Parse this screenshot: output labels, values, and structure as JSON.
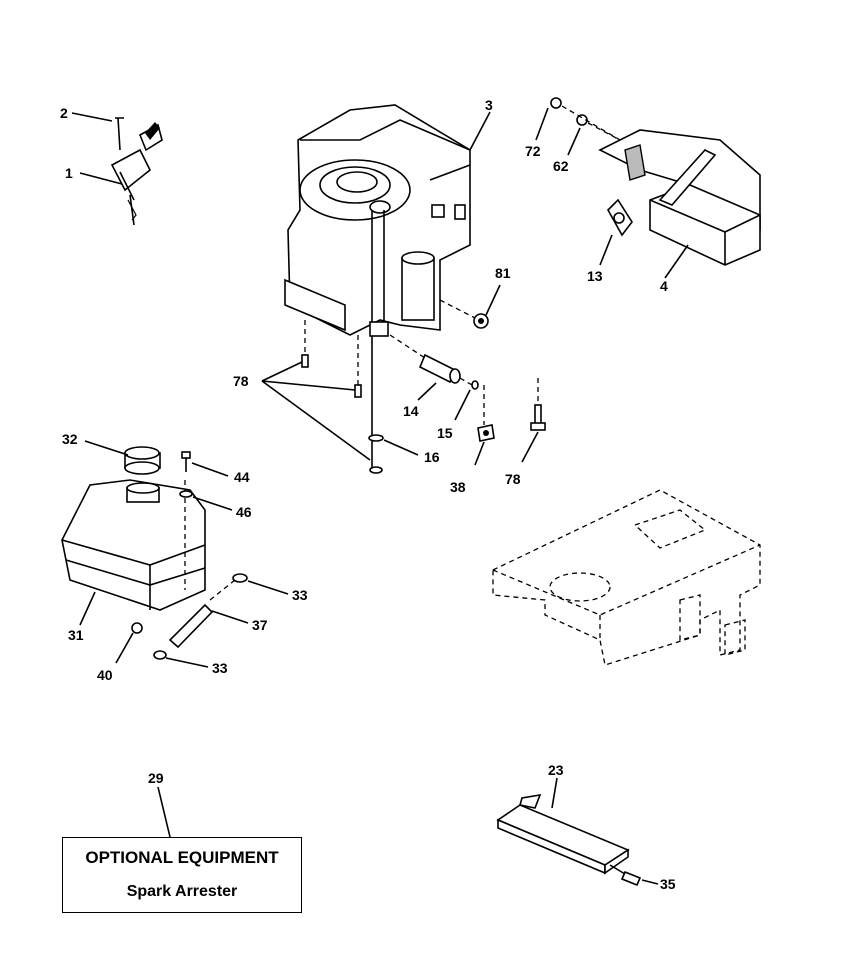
{
  "callouts": {
    "c1": "1",
    "c2": "2",
    "c3": "3",
    "c4": "4",
    "c13": "13",
    "c14": "14",
    "c15": "15",
    "c16": "16",
    "c23": "23",
    "c29": "29",
    "c31": "31",
    "c32": "32",
    "c33a": "33",
    "c33b": "33",
    "c35": "35",
    "c37": "37",
    "c38": "38",
    "c40": "40",
    "c44": "44",
    "c46": "46",
    "c62": "62",
    "c72": "72",
    "c78a": "78",
    "c78b": "78",
    "c81": "81"
  },
  "optional_box": {
    "title": "OPTIONAL EQUIPMENT",
    "subtitle": "Spark Arrester"
  }
}
